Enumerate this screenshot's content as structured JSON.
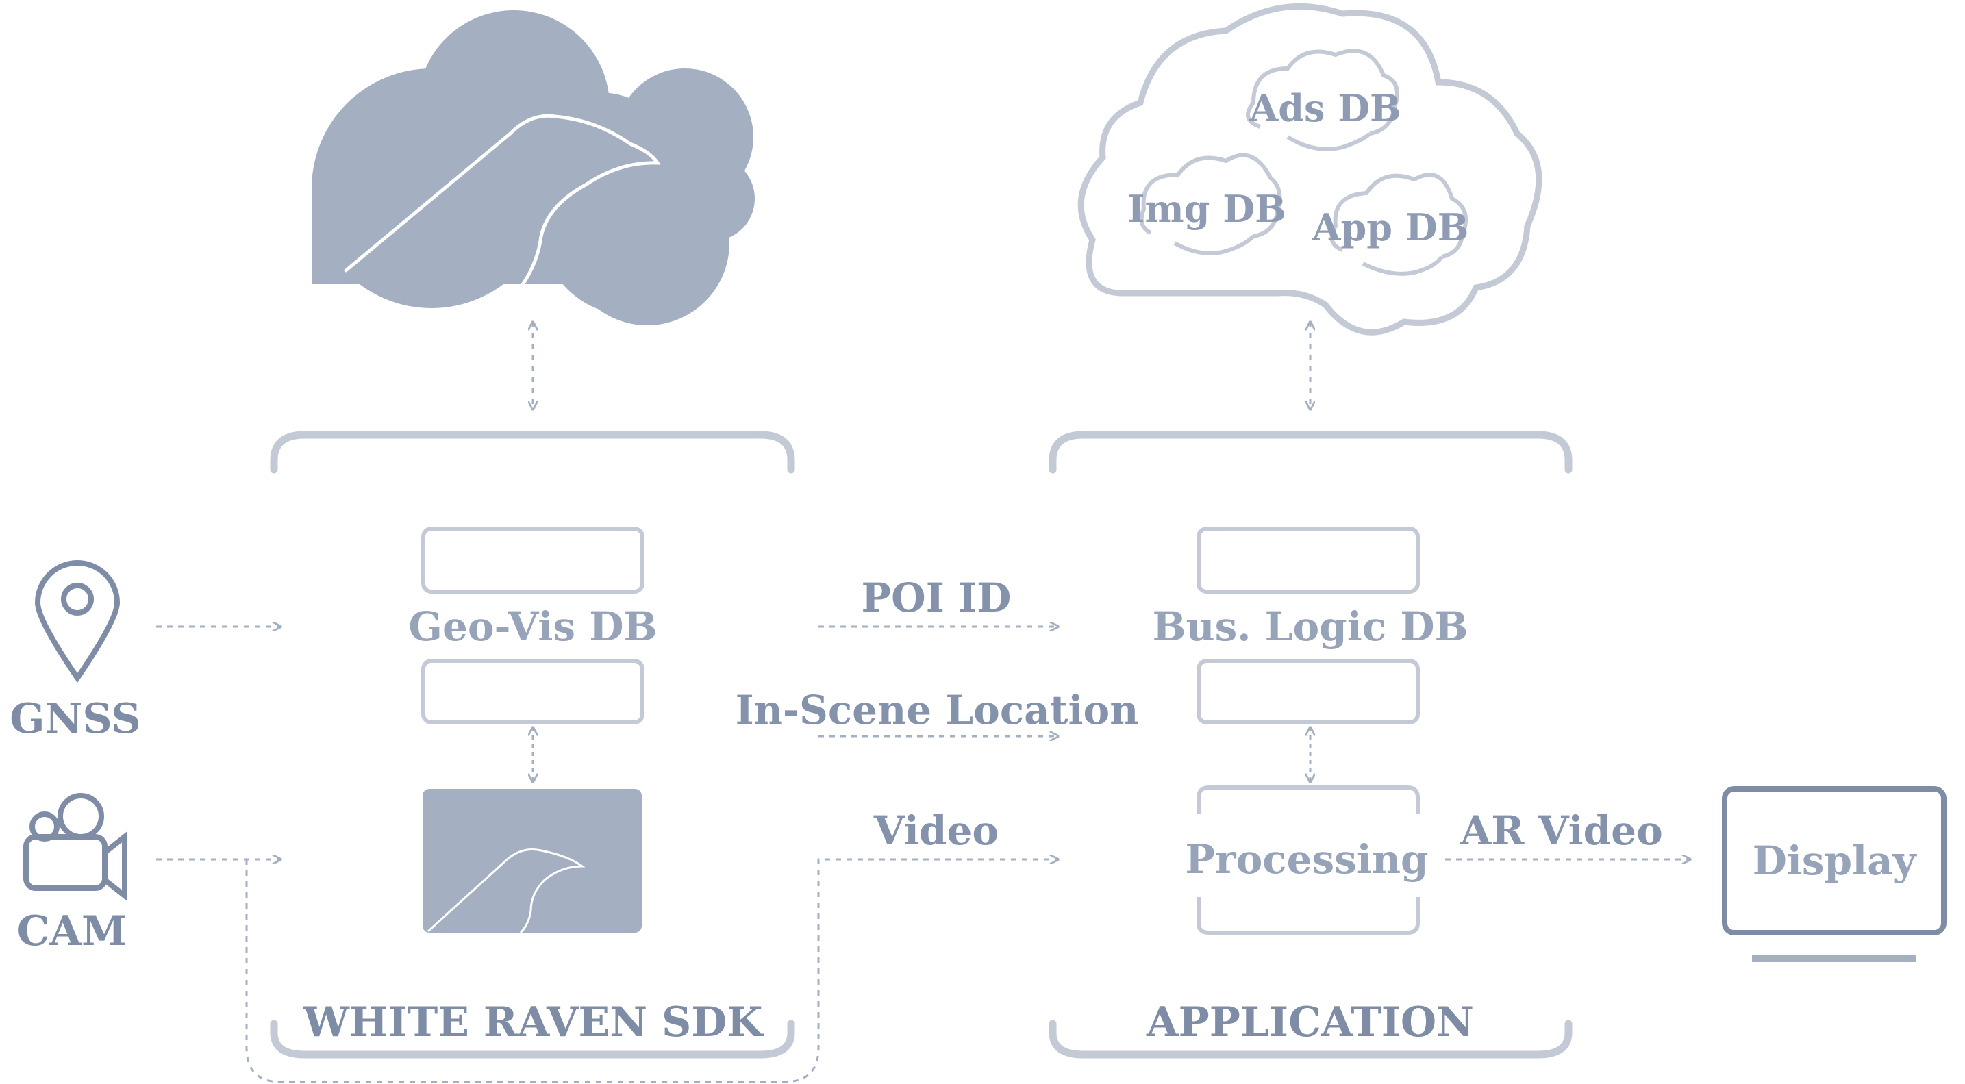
{
  "labels": {
    "gnss": "GNSS",
    "cam": "CAM",
    "geo_vis_db": "Geo-Vis DB",
    "bus_logic_db": "Bus. Logic DB",
    "processing": "Processing",
    "display": "Display",
    "poi_id": "POI ID",
    "in_scene_location": "In-Scene Location",
    "video": "Video",
    "ar_video": "AR Video",
    "sdk_title": "WHITE RAVEN SDK",
    "app_title": "APPLICATION",
    "ads_db": "Ads DB",
    "img_db": "Img DB",
    "app_db": "App DB"
  },
  "colors": {
    "stroke": "#c3cad6",
    "fill": "#a4afc1",
    "text": "#8e9bb3",
    "dark": "#7f8ca6"
  },
  "icons": [
    "location-pin-icon",
    "video-camera-icon",
    "raven-logo-icon",
    "monitor-icon"
  ]
}
